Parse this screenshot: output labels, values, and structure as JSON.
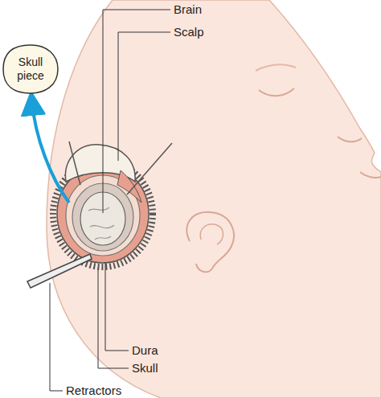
{
  "diagram": {
    "nodes": [
      {
        "text": [
          "Skull piece"
        ]
      }
    ],
    "labels": [
      "Brain",
      "Scalp",
      "Dura",
      "Skull",
      "Retractors"
    ]
  }
}
